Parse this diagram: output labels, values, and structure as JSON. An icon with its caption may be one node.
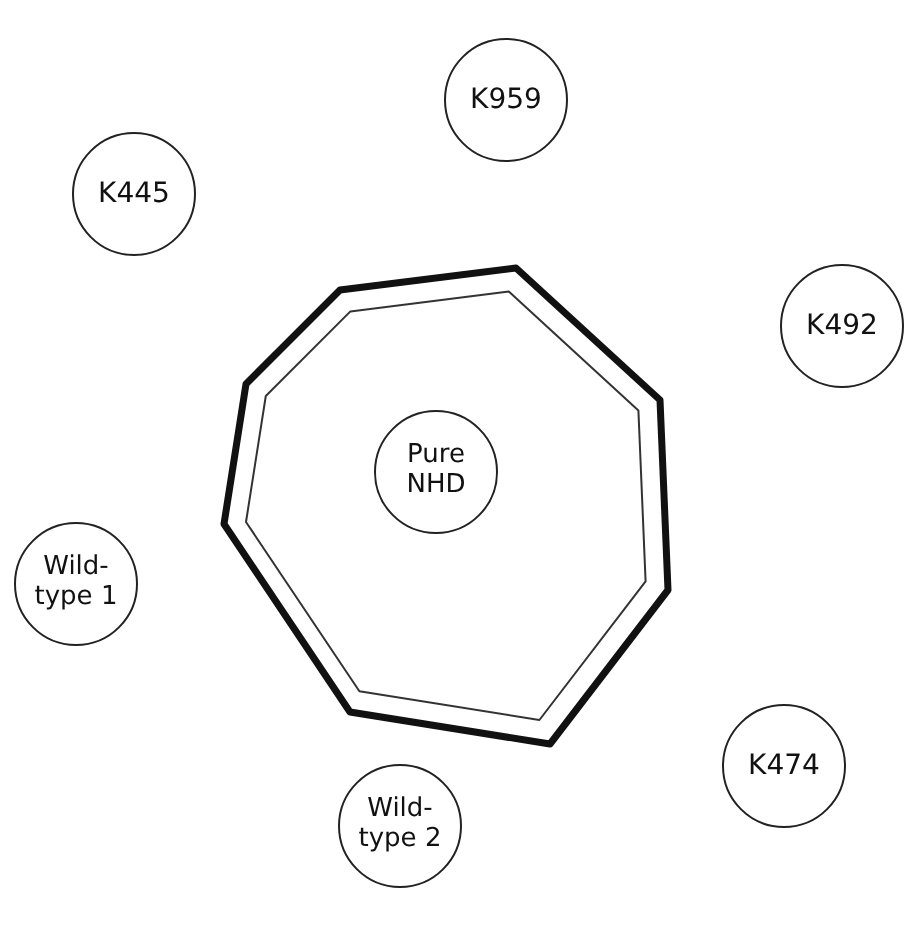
{
  "diagram": {
    "nodes": [
      {
        "text": [
          "K959"
        ]
      },
      {
        "text": [
          "K445"
        ]
      },
      {
        "text": [
          "K492"
        ]
      },
      {
        "text": [
          "Pure NHD"
        ]
      },
      {
        "text": [
          "Wild-type 1"
        ]
      },
      {
        "text": [
          "K474"
        ]
      },
      {
        "text": [
          "Wild-type 2"
        ]
      }
    ]
  }
}
